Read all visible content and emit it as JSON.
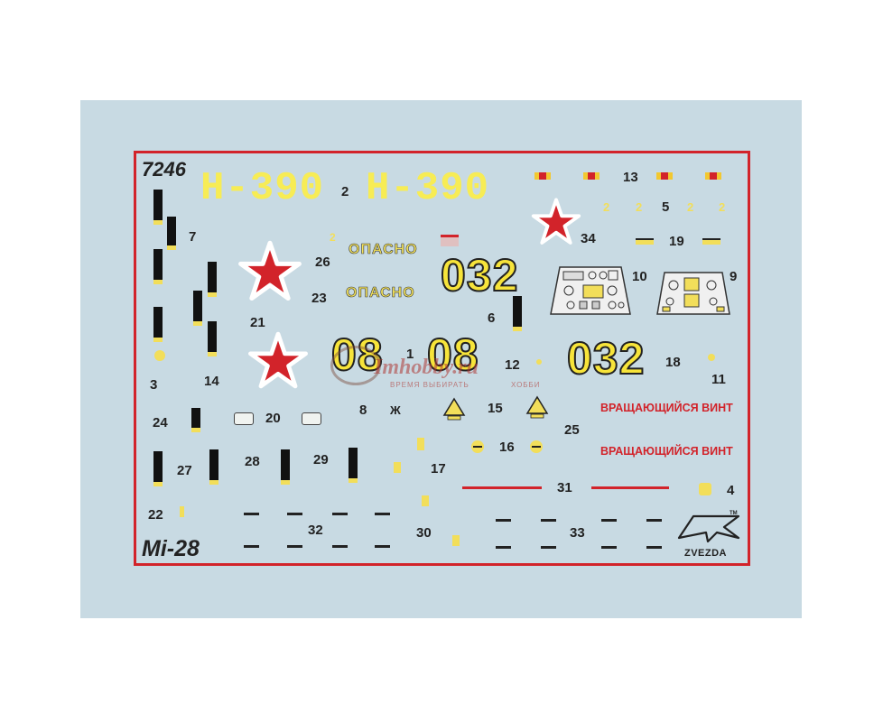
{
  "sheet": {
    "kit_number": "7246",
    "model_name": "Mi-28",
    "brand": "ZVEZDA",
    "trademark": "TM",
    "colors": {
      "background": "#c8dae3",
      "border": "#d2232a",
      "yellow": "#f7e43a",
      "red": "#d2232a"
    }
  },
  "codes": {
    "h390": "Н-390",
    "n032": "032",
    "n08": "08",
    "danger": "ОПАСНО",
    "rotor_warning": "ВРАЩАЮЩИЙСЯ ВИНТ",
    "letter": "Ж"
  },
  "watermark": {
    "site": "Imhobby.ru",
    "slogan_left": "ВРЕМЯ ВЫБИРАТЬ",
    "slogan_right": "ХОББИ"
  },
  "labels": [
    "1",
    "2",
    "3",
    "4",
    "5",
    "6",
    "7",
    "8",
    "9",
    "10",
    "11",
    "12",
    "13",
    "14",
    "15",
    "16",
    "17",
    "18",
    "19",
    "20",
    "21",
    "22",
    "23",
    "24",
    "25",
    "26",
    "27",
    "28",
    "29",
    "30",
    "31",
    "32",
    "33",
    "34"
  ]
}
